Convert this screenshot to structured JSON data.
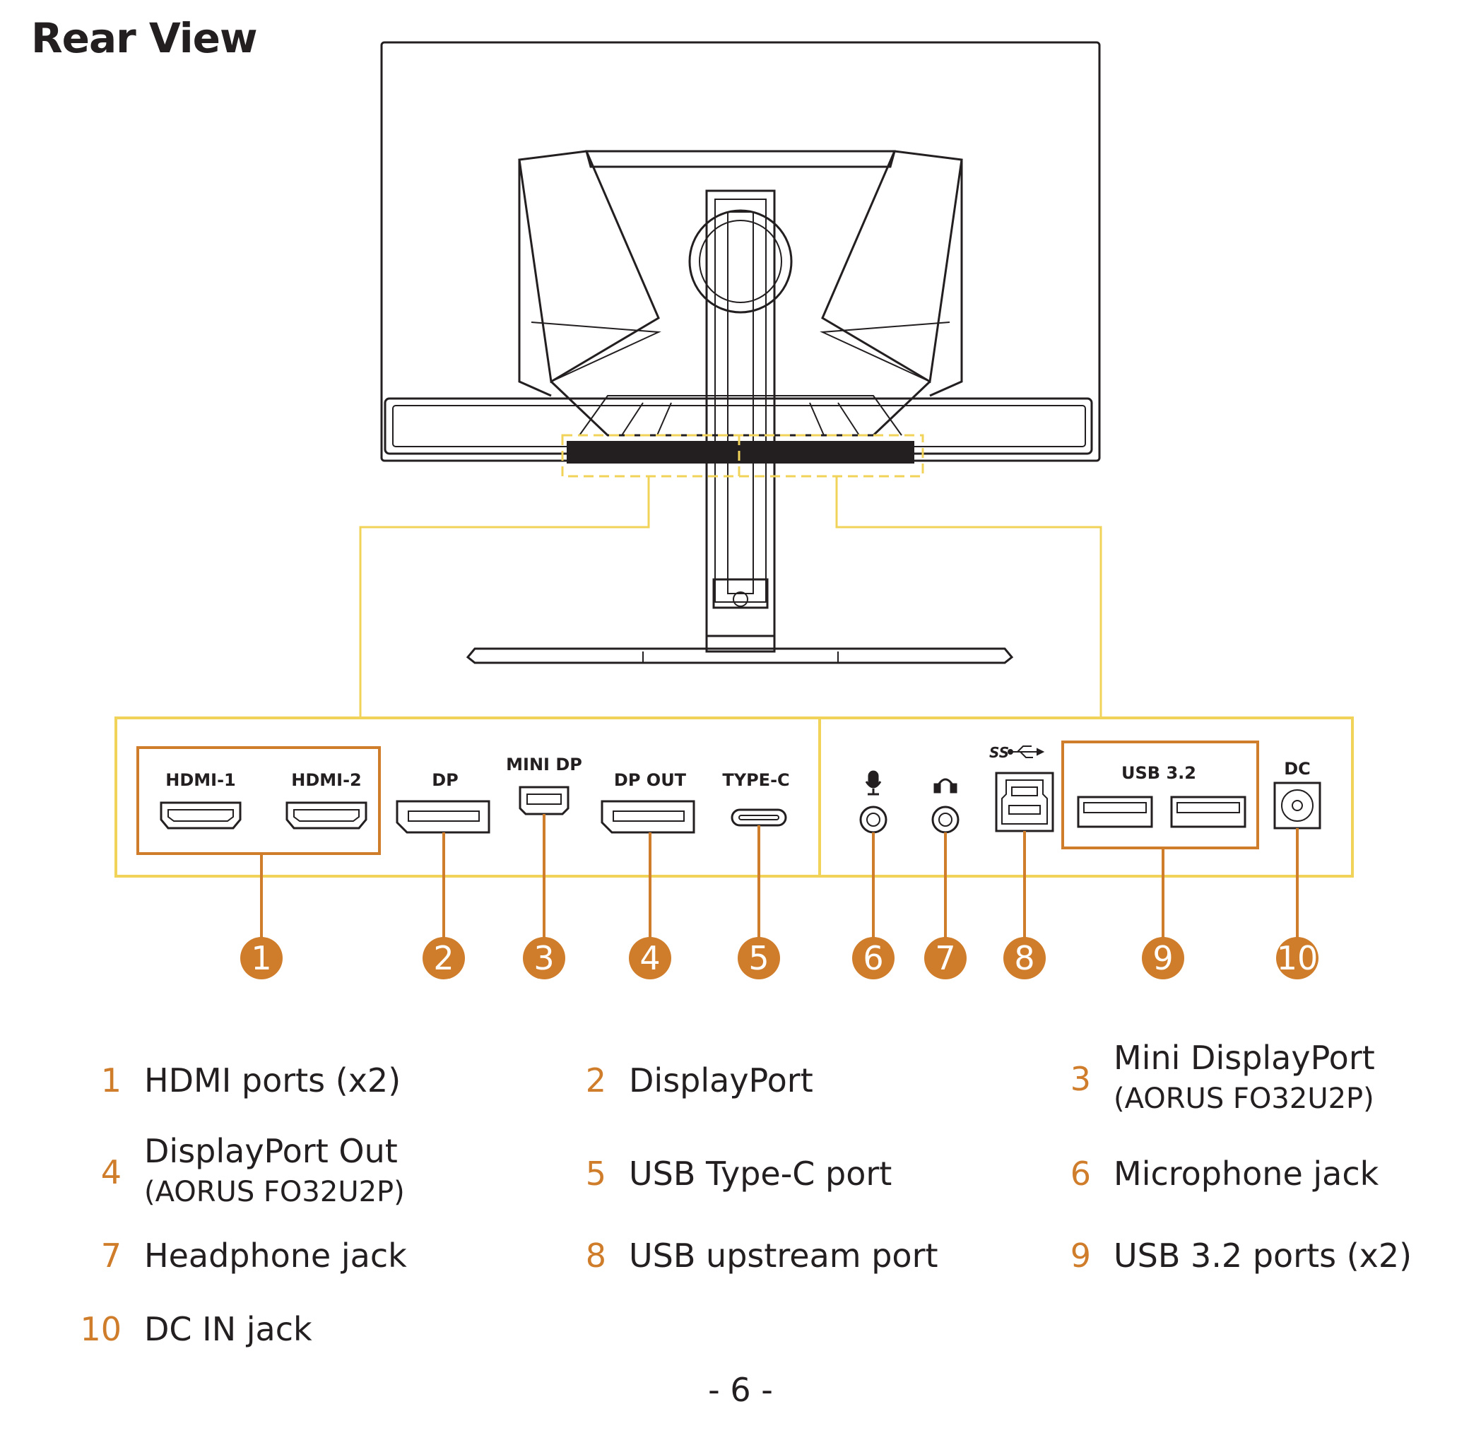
{
  "title": "Rear View",
  "colors": {
    "accent": "#cf7d2a",
    "highlight": "#f1d35a",
    "line": "#231f20"
  },
  "port_labels": {
    "hdmi1": "HDMI-1",
    "hdmi2": "HDMI-2",
    "dp": "DP",
    "mini_dp": "MINI DP",
    "dp_out": "DP OUT",
    "type_c": "TYPE-C",
    "usb_ss": "SS",
    "usb32": "USB 3.2",
    "dc": "DC"
  },
  "icons": {
    "mic": "microphone-icon",
    "headphone": "headphone-icon",
    "usb": "usb-superspeed-icon"
  },
  "callouts": [
    "1",
    "2",
    "3",
    "4",
    "5",
    "6",
    "7",
    "8",
    "9",
    "10"
  ],
  "legend": [
    {
      "num": "1",
      "text": "HDMI ports (x2)",
      "sub": ""
    },
    {
      "num": "2",
      "text": "DisplayPort",
      "sub": ""
    },
    {
      "num": "3",
      "text": "Mini DisplayPort",
      "sub": "(AORUS FO32U2P)"
    },
    {
      "num": "4",
      "text": "DisplayPort Out",
      "sub": "(AORUS FO32U2P)"
    },
    {
      "num": "5",
      "text": "USB Type-C port",
      "sub": ""
    },
    {
      "num": "6",
      "text": "Microphone jack",
      "sub": ""
    },
    {
      "num": "7",
      "text": "Headphone jack",
      "sub": ""
    },
    {
      "num": "8",
      "text": "USB upstream port",
      "sub": ""
    },
    {
      "num": "9",
      "text": "USB 3.2 ports (x2)",
      "sub": ""
    },
    {
      "num": "10",
      "text": "DC IN jack",
      "sub": ""
    }
  ],
  "page_number": "- 6 -"
}
